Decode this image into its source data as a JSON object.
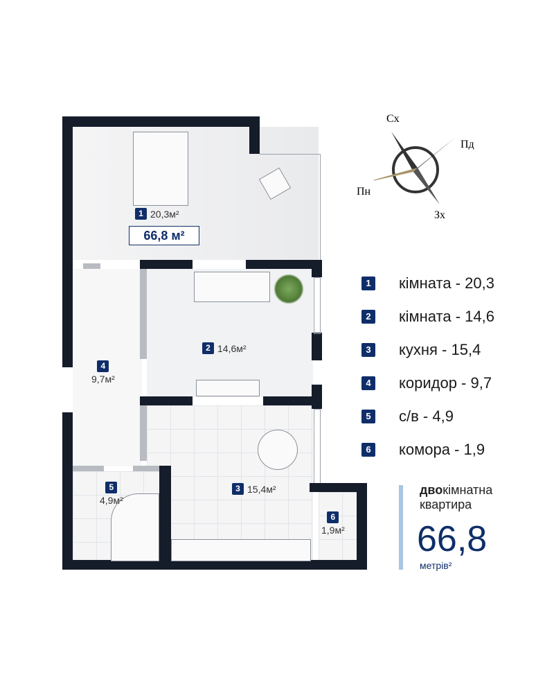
{
  "compass": {
    "north": "Пн",
    "south": "Пд",
    "east": "Сх",
    "west": "Зх"
  },
  "rooms": [
    {
      "num": "1",
      "area": "20,3м²"
    },
    {
      "num": "2",
      "area": "14,6м²"
    },
    {
      "num": "3",
      "area": "15,4м²"
    },
    {
      "num": "4",
      "area": "9,7м²"
    },
    {
      "num": "5",
      "area": "4,9м²"
    },
    {
      "num": "6",
      "area": "1,9м²"
    }
  ],
  "total_box": "66,8 м²",
  "legend": [
    {
      "num": "1",
      "text": "кімната - 20,3"
    },
    {
      "num": "2",
      "text": "кімната - 14,6"
    },
    {
      "num": "3",
      "text": "кухня - 15,4"
    },
    {
      "num": "4",
      "text": "коридор - 9,7"
    },
    {
      "num": "5",
      "text": "с/в - 4,9"
    },
    {
      "num": "6",
      "text": "комора - 1,9"
    }
  ],
  "summary": {
    "bold": "дво",
    "rest": "кімнатна",
    "line2": "квартира",
    "area": "66,8",
    "unit": "метрів²"
  },
  "colors": {
    "wall": "#151c2a",
    "accent": "#0f2e69",
    "bar": "#a9c4e4"
  }
}
